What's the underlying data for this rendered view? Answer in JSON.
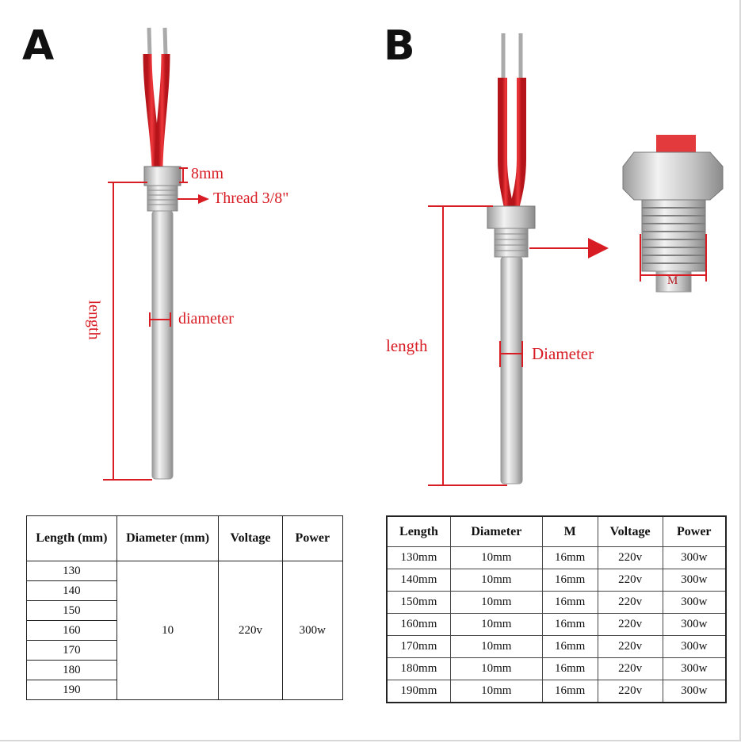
{
  "panel_a": {
    "letter": "A",
    "labels": {
      "thickness": "8mm",
      "thread": "Thread 3/8\"",
      "diameter": "diameter",
      "length": "length"
    },
    "table": {
      "headers": [
        "Length (mm)",
        "Diameter (mm)",
        "Voltage",
        "Power"
      ],
      "lengths": [
        "130",
        "140",
        "150",
        "160",
        "170",
        "180",
        "190"
      ],
      "diameter": "10",
      "voltage": "220v",
      "power": "300w"
    }
  },
  "panel_b": {
    "letter": "B",
    "labels": {
      "diameter": "Diameter",
      "length": "length",
      "m": "M"
    },
    "table": {
      "headers": [
        "Length",
        "Diameter",
        "M",
        "Voltage",
        "Power"
      ],
      "rows": [
        [
          "130mm",
          "10mm",
          "16mm",
          "220v",
          "300w"
        ],
        [
          "140mm",
          "10mm",
          "16mm",
          "220v",
          "300w"
        ],
        [
          "150mm",
          "10mm",
          "16mm",
          "220v",
          "300w"
        ],
        [
          "160mm",
          "10mm",
          "16mm",
          "220v",
          "300w"
        ],
        [
          "170mm",
          "10mm",
          "16mm",
          "220v",
          "300w"
        ],
        [
          "180mm",
          "10mm",
          "16mm",
          "220v",
          "300w"
        ],
        [
          "190mm",
          "10mm",
          "16mm",
          "220v",
          "300w"
        ]
      ]
    }
  },
  "colors": {
    "annotation": "#d81c24",
    "wire": "#e0262c",
    "steel": "#c9c9c9"
  }
}
